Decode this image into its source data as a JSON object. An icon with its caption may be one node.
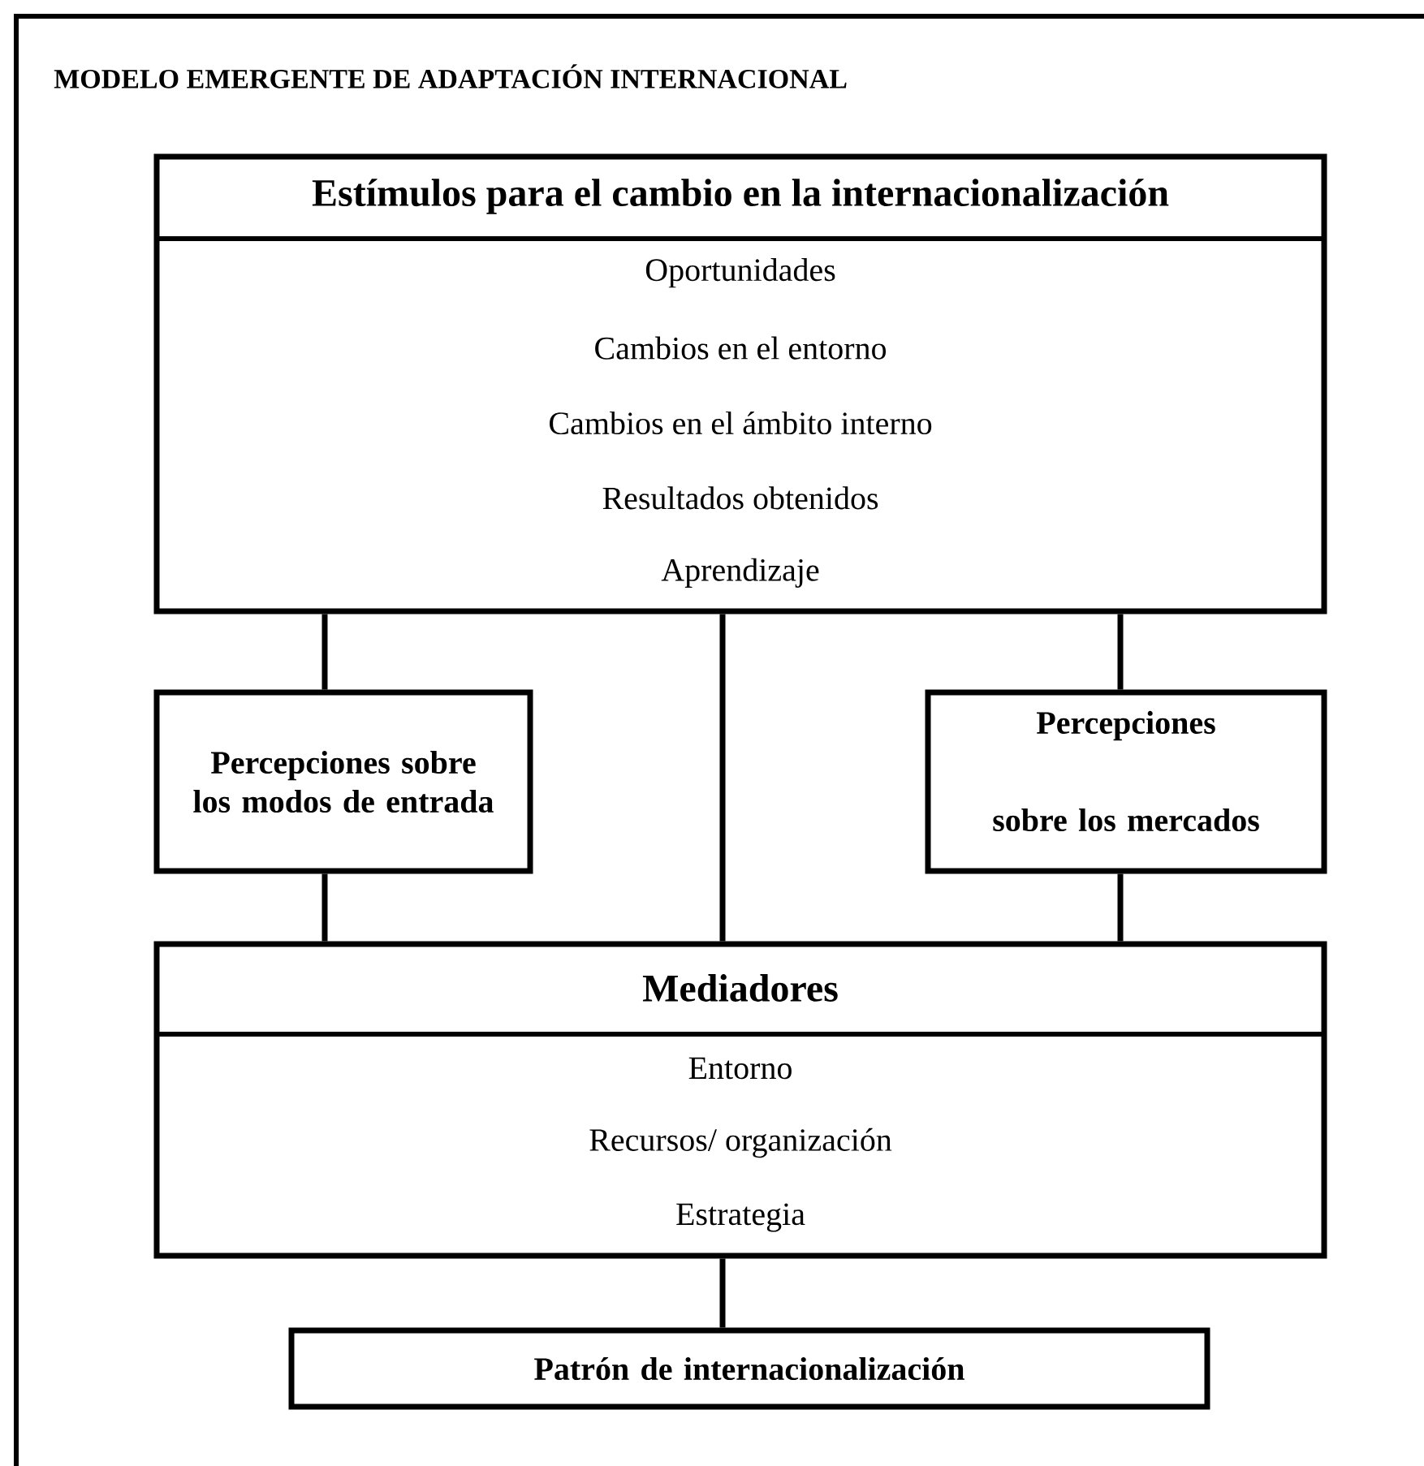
{
  "diagram": {
    "title": "MODELO EMERGENTE DE ADAPTACIÓN INTERNACIONAL",
    "nodes": [
      {
        "text": [
          "Estímulos para el cambio en la internacionalización",
          "Oportunidades",
          "Cambios en el entorno",
          "Cambios en el ámbito interno",
          "Resultados obtenidos",
          "Aprendizaje"
        ]
      },
      {
        "text": [
          "Percepciones sobre los modos de entrada"
        ]
      },
      {
        "text": [
          "Percepciones",
          "sobre los mercados"
        ]
      },
      {
        "text": [
          "Mediadores",
          "Entorno",
          "Recursos/ organización",
          "Estrategia"
        ]
      },
      {
        "text": [
          "Patrón de internacionalización"
        ]
      }
    ],
    "edges": [
      {
        "from": 0,
        "to": 1,
        "arrow": "none"
      },
      {
        "from": 0,
        "to": 2,
        "arrow": "none"
      },
      {
        "from": 0,
        "to": 3,
        "arrow": "none"
      },
      {
        "from": 1,
        "to": 3,
        "arrow": "none"
      },
      {
        "from": 2,
        "to": 3,
        "arrow": "none"
      },
      {
        "from": 3,
        "to": 4,
        "arrow": "none"
      }
    ]
  }
}
